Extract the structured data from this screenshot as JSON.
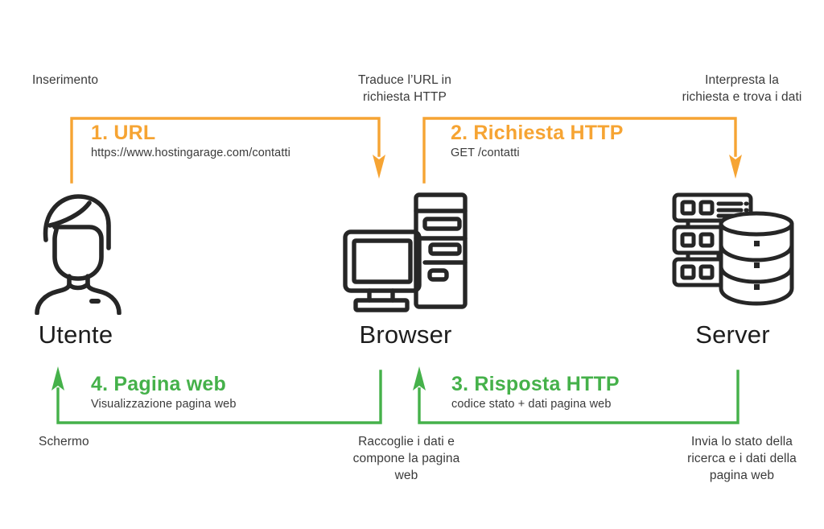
{
  "colors": {
    "orange": "#F6A433",
    "green": "#45B14A",
    "icon": "#262626",
    "text": "#3a3a3a",
    "background": "#ffffff"
  },
  "entities": [
    {
      "id": "utente",
      "label": "Utente",
      "icon": "user-icon"
    },
    {
      "id": "browser",
      "label": "Browser",
      "icon": "desktop-computer-icon"
    },
    {
      "id": "server",
      "label": "Server",
      "icon": "server-database-icon"
    }
  ],
  "top_captions": [
    {
      "id": "inserimento",
      "text": "Inserimento"
    },
    {
      "id": "traduce",
      "text": "Traduce l’URL in\nrichiesta HTTP"
    },
    {
      "id": "interpreta",
      "text": "Interpresta la\nrichiesta e trova i dati"
    }
  ],
  "bottom_captions": [
    {
      "id": "schermo",
      "text": "Schermo"
    },
    {
      "id": "raccoglie",
      "text": "Raccoglie i dati e\ncompone la pagina\nweb"
    },
    {
      "id": "invia",
      "text": "Invia lo stato della\nricerca e i dati della\npagina web"
    }
  ],
  "steps": [
    {
      "id": "step-1",
      "number_and_title": "1. URL",
      "subtitle": "https://www.hostingarage.com/contatti",
      "color": "#F6A433",
      "direction": "right",
      "from": "utente",
      "to": "browser"
    },
    {
      "id": "step-2",
      "number_and_title": "2. Richiesta HTTP",
      "subtitle": "GET /contatti",
      "color": "#F6A433",
      "direction": "right",
      "from": "browser",
      "to": "server"
    },
    {
      "id": "step-3",
      "number_and_title": "3. Risposta HTTP",
      "subtitle": "codice stato + dati pagina web",
      "color": "#45B14A",
      "direction": "left",
      "from": "server",
      "to": "browser"
    },
    {
      "id": "step-4",
      "number_and_title": "4. Pagina web",
      "subtitle": "Visualizzazione pagina web",
      "color": "#45B14A",
      "direction": "left",
      "from": "browser",
      "to": "utente"
    }
  ]
}
